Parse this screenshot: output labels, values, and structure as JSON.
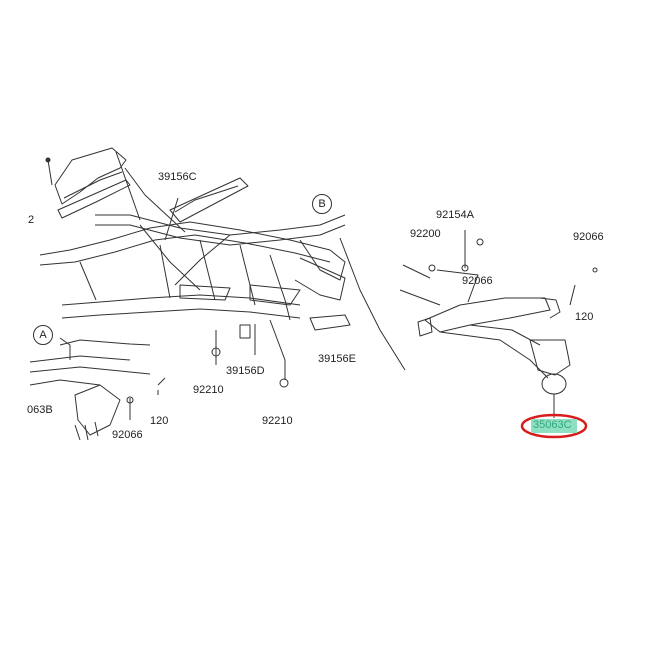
{
  "labels": {
    "p39156c": "39156C",
    "p39156d": "39156D",
    "p39156e": "39156E",
    "p92210a": "92210",
    "p92210b": "92210",
    "p92066a": "92066",
    "p120a": "120",
    "p063b": "063B",
    "p92154a": "92154A",
    "p92200": "92200",
    "p92066b": "92066",
    "p92066c": "92066",
    "p120b": "120",
    "p2": "2",
    "p35063c": "35063C"
  },
  "callouts": {
    "a": "A",
    "b": "B"
  },
  "colors": {
    "line": "#333333",
    "highlight_ring": "#d81b1b",
    "highlight_fill": "#8fe0c2",
    "highlight_text": "#2fa87e"
  }
}
